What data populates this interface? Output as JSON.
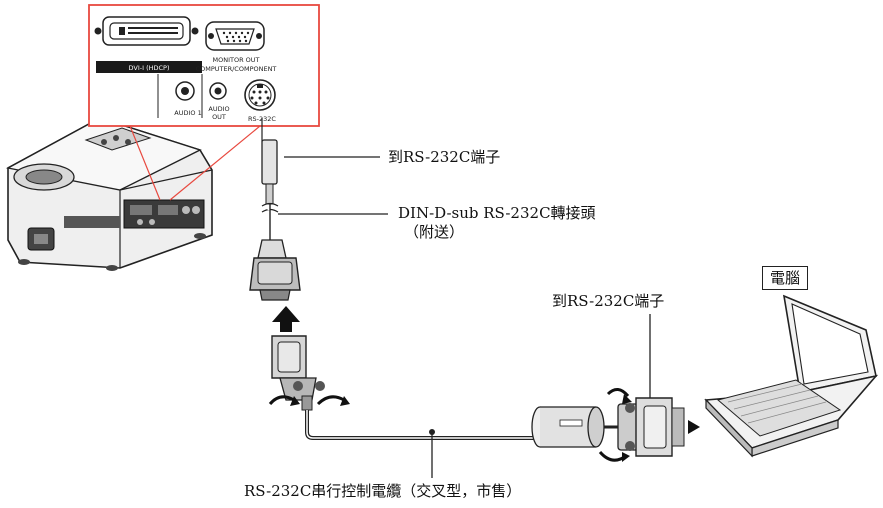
{
  "panel": {
    "dvi_label": "DVI-I (HDCP)",
    "monitor_out_label": "MONITOR OUT",
    "computer_component_label": "COMPUTER/COMPONENT",
    "audio1_label": "AUDIO 1",
    "audio_out_label_line1": "AUDIO",
    "audio_out_label_line2": "OUT",
    "rs232c_port_label": "RS-232C"
  },
  "callouts": {
    "to_rs232c_terminal_top": "到RS-232C端子",
    "adapter_line1": "DIN-D-sub  RS-232C轉接頭",
    "adapter_line2": "（附送）",
    "computer_box": "電腦",
    "to_rs232c_terminal_right": "到RS-232C端子",
    "serial_cable": "RS-232C串行控制電纜（交叉型，市售）"
  },
  "colors": {
    "panel_border": "#e8493f",
    "line": "#222222",
    "device_fill": "#e9e9e9",
    "dark_fill": "#2b2b2b"
  }
}
